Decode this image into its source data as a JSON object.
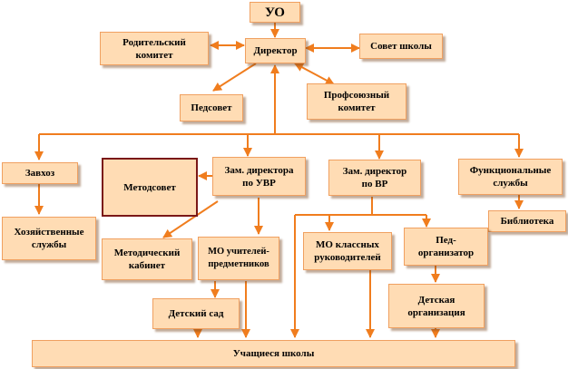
{
  "colors": {
    "box_fill": "#ffdcb4",
    "box_border": "#f0a060",
    "connector": "#f07d1e",
    "metodsovet_border": "#7a1818"
  },
  "nodes": {
    "uo": "УО",
    "director": "Директор",
    "parent_committee": "Родительский\nкомитет",
    "school_council": "Совет школы",
    "pedsovet": "Педсовет",
    "trade_union": "Профсоюзный\nкомитет",
    "zavhoz": "Завхоз",
    "metodsovet": "Методсовет",
    "deputy_uvr": "Зам. директора\nпо УВР",
    "deputy_vr": "Зам. директор\nпо ВР",
    "functional_services": "Функциональные\nслужбы",
    "library": "Библиотека",
    "household_services": "Хозяйственные\nслужбы",
    "methodical_cabinet": "Методический\nкабинет",
    "mo_teachers": "МО учителей-\nпредметников",
    "mo_class_teachers": "МО классных\nруководителей",
    "ped_organizer": "Пед-\nорганизатор",
    "kindergarten": "Детский сад",
    "children_org": "Детская\nорганизация",
    "students": "Учащиеся школы"
  }
}
